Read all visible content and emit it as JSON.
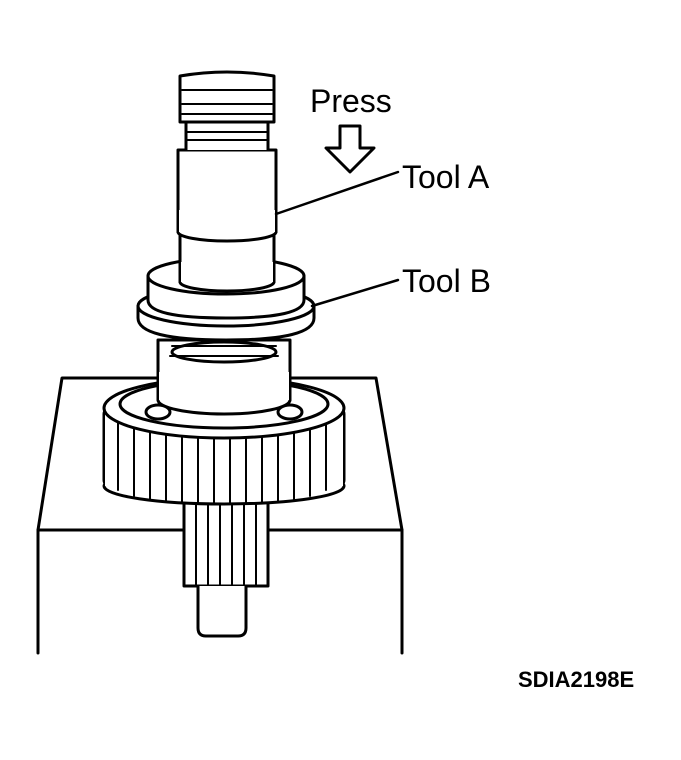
{
  "labels": {
    "press": "Press",
    "tool_a": "Tool A",
    "tool_b": "Tool B",
    "figure_code": "SDIA2198E"
  }
}
